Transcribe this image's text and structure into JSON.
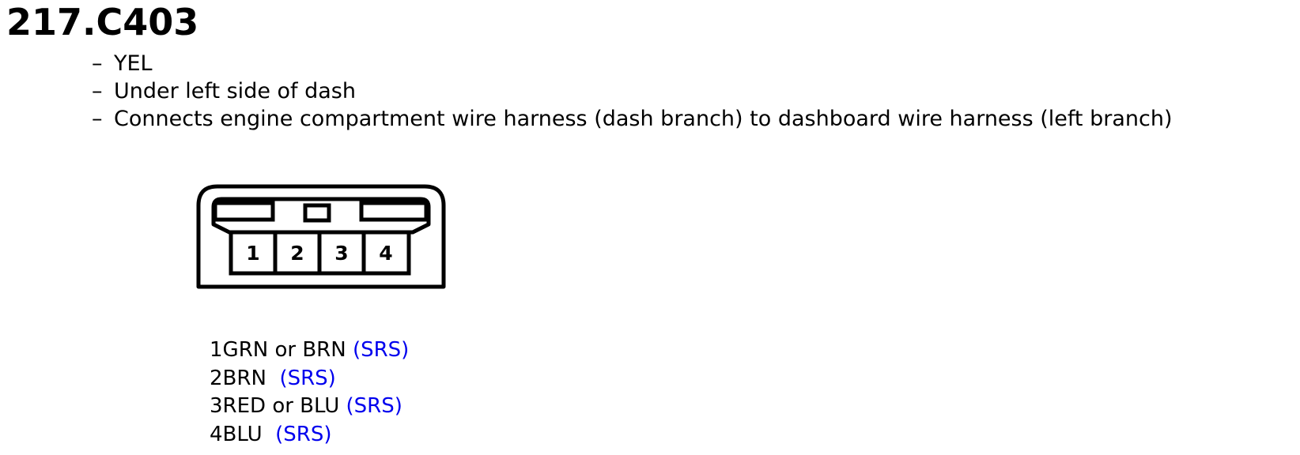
{
  "header": {
    "title": "217.C403"
  },
  "description": {
    "dash": "–",
    "lines": [
      "YEL",
      "Under left side of dash",
      "Connects engine compartment wire harness (dash branch) to dashboard wire harness (left branch)"
    ]
  },
  "connector": {
    "pins": [
      "1",
      "2",
      "3",
      "4"
    ]
  },
  "pin_list": [
    {
      "label": "1GRN or BRN",
      "gap": " ",
      "link": "(SRS)"
    },
    {
      "label": "2BRN",
      "gap": "  ",
      "link": "(SRS)"
    },
    {
      "label": "3RED or BLU",
      "gap": " ",
      "link": "(SRS)"
    },
    {
      "label": "4BLU",
      "gap": "  ",
      "link": "(SRS)"
    }
  ],
  "colors": {
    "text": "#000000",
    "link": "#0000ee",
    "background": "#ffffff"
  }
}
